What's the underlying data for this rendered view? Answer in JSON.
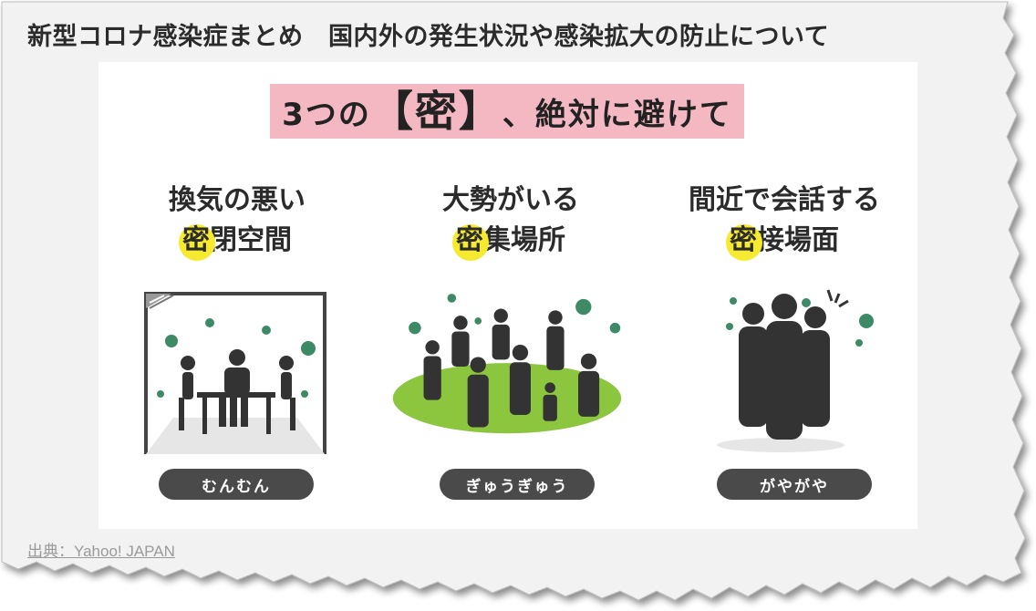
{
  "page": {
    "title": "新型コロナ感染症まとめ　国内外の発生状況や感染拡大の防止について",
    "source": "出典：Yahoo! JAPAN"
  },
  "infographic": {
    "headline_pre": "3つの",
    "headline_bracket_open": "【",
    "headline_key": "密",
    "headline_bracket_close": "】",
    "headline_post": "、絶対に避けて",
    "items": [
      {
        "line1": "換気の悪い",
        "highlight": "密",
        "line2_rest": "閉空間",
        "label": "むんむん",
        "icon": "closed-room-meeting-icon"
      },
      {
        "line1": "大勢がいる",
        "highlight": "密",
        "line2_rest": "集場所",
        "label": "ぎゅうぎゅう",
        "icon": "crowd-on-grass-icon"
      },
      {
        "line1": "間近で会話する",
        "highlight": "密",
        "line2_rest": "接場面",
        "label": "がやがや",
        "icon": "close-conversation-icon"
      }
    ]
  },
  "colors": {
    "headline_bg": "#f4b8c2",
    "highlight_circle": "#f6ea2e",
    "virus_green": "#3e8a66",
    "grass_green": "#8cc63f",
    "figure_dark": "#333333",
    "pill_bg": "#4a4a4a"
  }
}
